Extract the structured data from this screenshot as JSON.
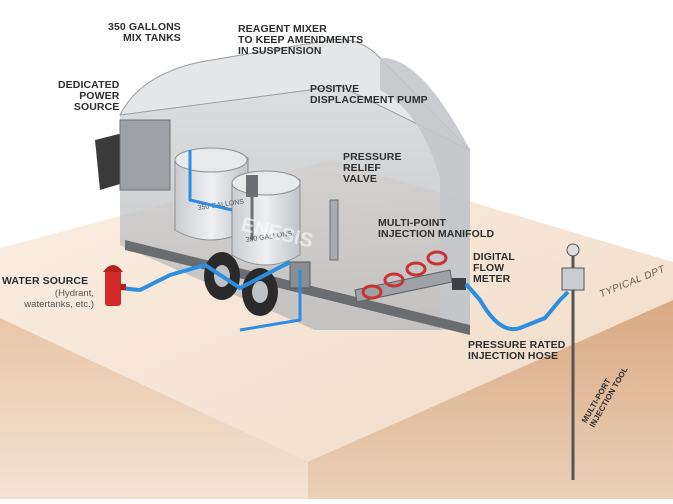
{
  "labels": {
    "mix_tanks_line1": "350 GALLONS",
    "mix_tanks_line2": "MIX TANKS",
    "mixer_line1": "REAGENT MIXER",
    "mixer_line2": "TO KEEP AMENDMENTS",
    "mixer_line3": "IN SUSPENSION",
    "power_line1": "DEDICATED",
    "power_line2": "POWER",
    "power_line3": "SOURCE",
    "pump_line1": "POSITIVE",
    "pump_line2": "DISPLACEMENT PUMP",
    "relief_line1": "PRESSURE",
    "relief_line2": "RELIEF",
    "relief_line3": "VALVE",
    "manifold_line1": "MULTI-POINT",
    "manifold_line2": "INJECTION MANIFOLD",
    "meter_line1": "DIGITAL",
    "meter_line2": "FLOW",
    "meter_line3": "METER",
    "water_source": "WATER SOURCE",
    "water_sub1": "(Hydrant,",
    "water_sub2": "watertanks, etc.)",
    "hose_line1": "PRESSURE RATED",
    "hose_line2": "INJECTION HOSE",
    "dpt": "TYPICAL DPT",
    "tool_line1": "MULTI-PORT",
    "tool_line2": "INJECTION TOOL"
  },
  "tank_markings": {
    "tank1": "350 GALLONS",
    "tank2": "350 GALLONS",
    "brand": "ENESIS"
  },
  "colors": {
    "hose": "#2b8ee0",
    "hydrant": "#d42a2a",
    "valve_wheel": "#c83232",
    "ground_top": "#f4e2d2",
    "soil": "#e6c6ab"
  }
}
